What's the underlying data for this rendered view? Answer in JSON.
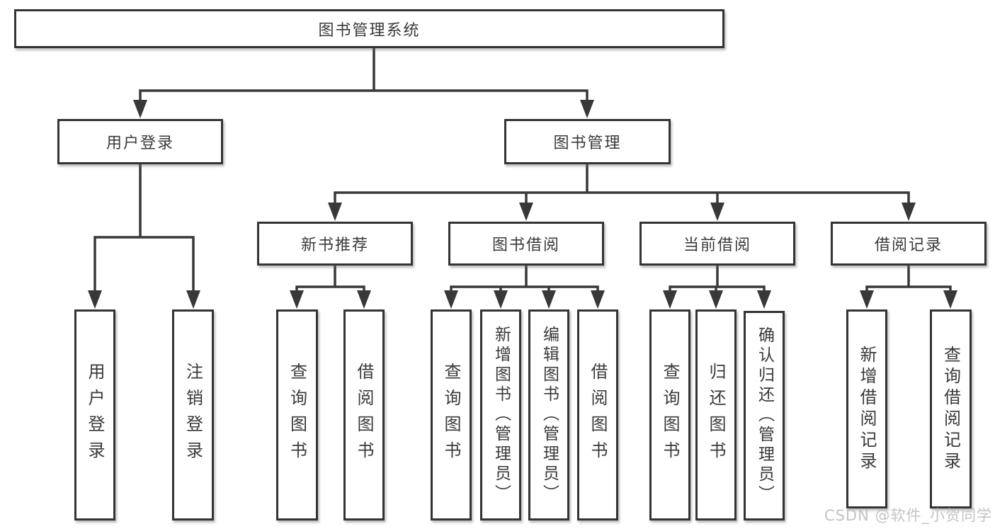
{
  "diagram": {
    "root_label": "图书管理系统",
    "branches": [
      {
        "label": "用户登录",
        "children": [
          "用户登录",
          "注销登录"
        ]
      },
      {
        "label": "图书管理",
        "children": [
          {
            "label": "新书推荐",
            "children": [
              "查询图书",
              "借阅图书"
            ]
          },
          {
            "label": "图书借阅",
            "children": [
              "查询图书",
              "新增图书（管理员）",
              "编辑图书（管理员）",
              "借阅图书"
            ]
          },
          {
            "label": "当前借阅",
            "children": [
              "查询图书",
              "归还图书",
              "确认归还（管理员）"
            ]
          },
          {
            "label": "借阅记录",
            "children": [
              "新增借阅记录",
              "查询借阅记录"
            ]
          }
        ]
      }
    ],
    "line_color": "#383838",
    "box_border_color": "#343434",
    "text_color": "#3a3a3a",
    "background_color": "#ffffff"
  },
  "watermark": {
    "text": "CSDN @软件_小贺同学",
    "color": "#bcbcbc"
  }
}
